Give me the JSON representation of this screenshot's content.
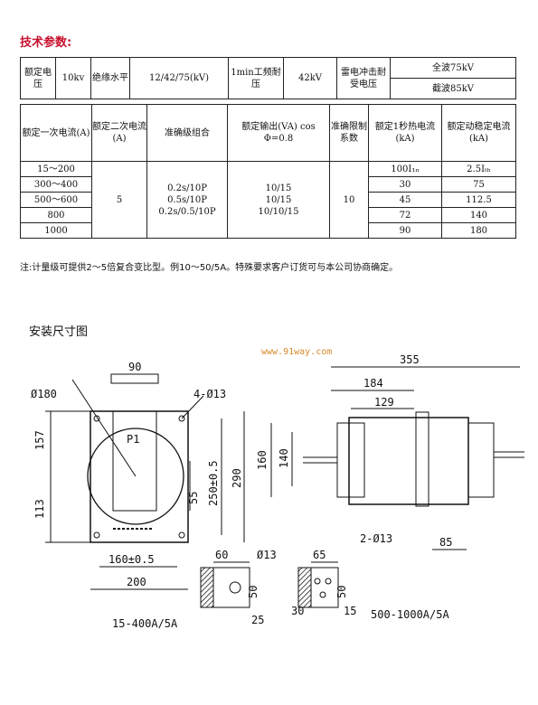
{
  "title": "技术参数:",
  "t1": {
    "rated_voltage_label": "额定电压",
    "rated_voltage_value": "10kv",
    "insulation_label": "绝缘水平",
    "insulation_value": "12/42/75(kV)",
    "power_freq_label": "1min工频耐压",
    "power_freq_value": "42kV",
    "lightning_label": "雷电冲击耐受电压",
    "full_wave": "全波75kV",
    "chopped_wave": "截波85kV"
  },
  "t2": {
    "headers": [
      "额定一次电流(A)",
      "额定二次电流(A)",
      "准确级组合",
      "额定输出(VA) cos Φ=0.8",
      "准确限制系数",
      "额定1秒热电流(kA)",
      "额定动稳定电流(kA)"
    ],
    "primary_currents": [
      "15～200",
      "300～400",
      "500～600",
      "800",
      "1000"
    ],
    "secondary_current": "5",
    "accuracy_combos": "0.2s/10P\n0.5s/10P\n0.2s/0.5/10P",
    "outputs": "10/15\n10/15\n10/10/15",
    "accuracy_factor": "10",
    "thermal": [
      "100I₁ₙ",
      "30",
      "45",
      "72",
      "90"
    ],
    "dynamic": [
      "2.5Iₜₕ",
      "75",
      "112.5",
      "140",
      "180"
    ]
  },
  "note": "注:计量级可提供2～5倍复合变比型。例10～50/5A。特殊要求客户订货可与本公司协商确定。",
  "install_title": "安装尺寸图",
  "watermark": "www.91way.com",
  "drawing": {
    "d90": "90",
    "d180": "Ø180",
    "d4_13": "4-Ø13",
    "p1": "P1",
    "d157": "157",
    "d113": "113",
    "d55": "55",
    "d250": "250±0.5",
    "d290": "290",
    "d160_05": "160±0.5",
    "d200": "200",
    "d355": "355",
    "d184": "184",
    "d129": "129",
    "d160": "160",
    "d140": "140",
    "d85": "85",
    "a60": "60",
    "a13": "Ø13",
    "a50": "50",
    "a25": "25",
    "a_caption": "15-400A/5A",
    "b65": "65",
    "b2_13": "2-Ø13",
    "b50": "50",
    "b30": "30",
    "b15": "15",
    "b_caption": "500-1000A/5A"
  }
}
